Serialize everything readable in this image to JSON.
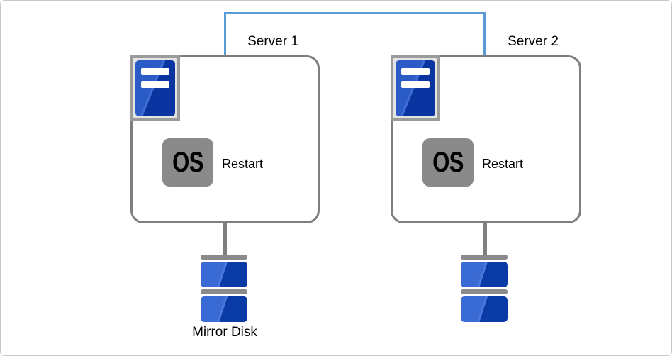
{
  "servers": [
    {
      "label": "Server 1",
      "os_badge": "OS",
      "action_label": "Restart"
    },
    {
      "label": "Server 2",
      "os_badge": "OS",
      "action_label": "Restart"
    }
  ],
  "mirror_disk_label": "Mirror Disk",
  "colors": {
    "heartbeat_link": "#5B9BD5",
    "server_box_border": "#7F7F7F",
    "os_badge_bg": "#8A8A8A",
    "hardware_gray": "#8A8A8A",
    "icon_frame_border": "#9B9B9B",
    "icon_frame_bg": "#E4E4E4",
    "blue_light": "#3A6AD4",
    "blue_dark": "#0A3AA6",
    "outer_frame": "#C8C8C8"
  }
}
